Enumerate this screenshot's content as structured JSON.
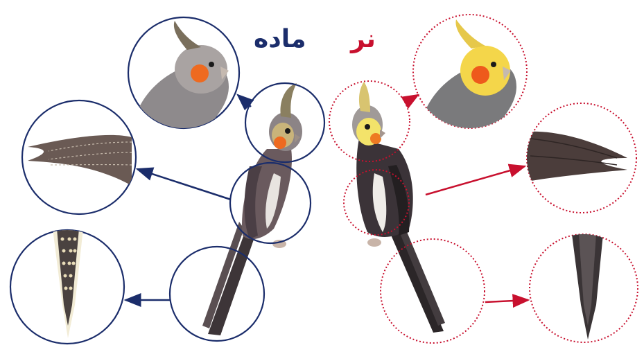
{
  "labels": {
    "female": "ماده",
    "male": "نر"
  },
  "colors": {
    "female": "#1b2d6b",
    "male": "#c8102e",
    "background": "#ffffff"
  },
  "female_callouts": [
    "head",
    "wing",
    "tail"
  ],
  "male_callouts": [
    "head",
    "wing",
    "tail"
  ]
}
